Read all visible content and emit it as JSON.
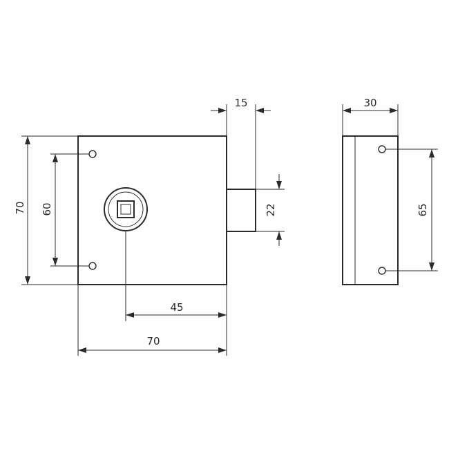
{
  "colors": {
    "line": "#2a2a2a",
    "background": "#ffffff"
  },
  "dimensions": {
    "front_height": "70",
    "hole_spacing_front": "60",
    "bolt_projection": "15",
    "bolt_height": "22",
    "key_to_edge": "45",
    "front_width": "70",
    "depth": "30",
    "hole_spacing_side": "65"
  }
}
